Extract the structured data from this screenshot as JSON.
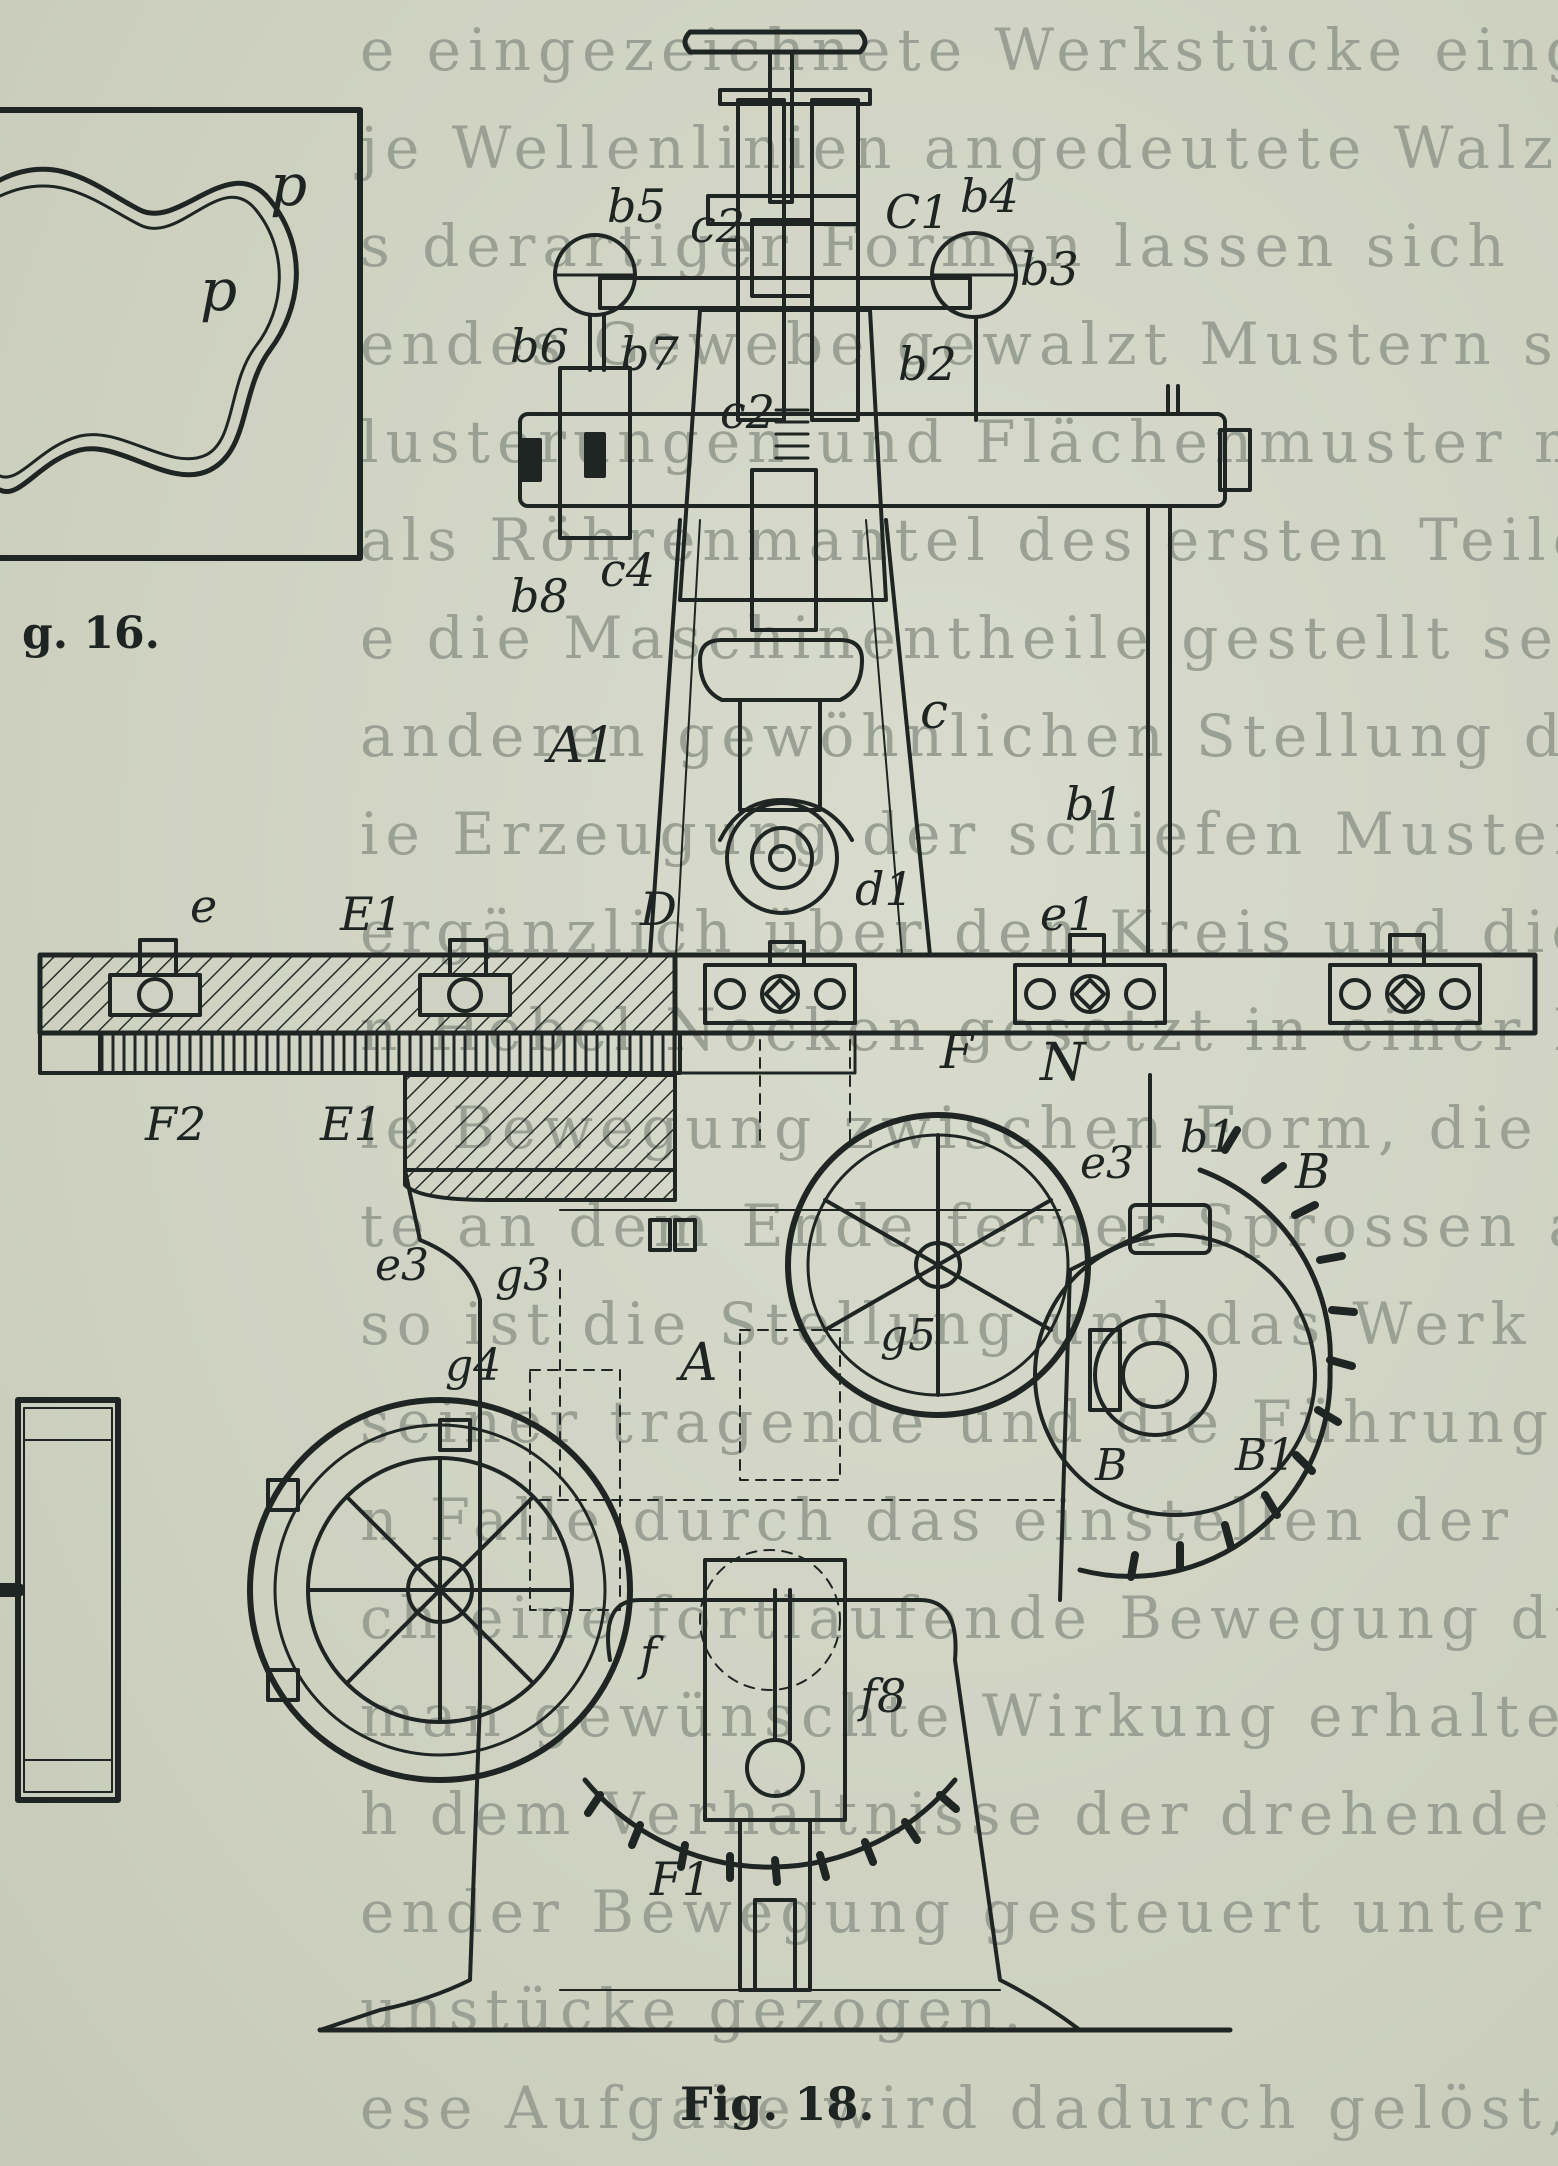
{
  "captions": {
    "fig16": "g. 16.",
    "fig18": "Fig. 18."
  },
  "background_text": [
    "e eingezeichnete Werkstücke eingerieben zu",
    "je Wellenlinien angedeutete Walzen der",
    "s derartiger Formen lassen sich ",
    "endes Gewebe gewalzt Mustern sind",
    "lusterungen und Flächenmuster mit",
    "als Röhrenmantel des ersten Teile der",
    "e die Maschinentheile gestellt sein oder sind",
    "anderen gewöhnlichen Stellung dienen.",
    "ie Erzeugung der schiefen Musterungen auf",
    "ergänzlich über den Kreis und die Stufen des",
    "n Hebel Nocken gesetzt in einer Lage",
    "ie Bewegung zwischen Form, die sich die",
    "te an dem Ende ferner Sprossen an der",
    "so ist die Stellung und das Werk",
    "seiner tragende und die Führung",
    "n Falle durch das einstellen der",
    "ch eine fortlaufende Bewegung durch die",
    "man gewünschte Wirkung erhalten",
    "h dem Verhältnisse der drehenden",
    "ender Bewegung gesteuert unter dem",
    "unstücke gezogen.",
    "ese Aufgabe wird dadurch gelöst, dass die"
  ],
  "labels": {
    "fig16_p1": "p",
    "fig16_p2": "p",
    "b5": "b5",
    "c2_top": "c2",
    "c1": "C1",
    "b4": "b4",
    "b3": "b3",
    "b6": "b6",
    "b7": "b7",
    "c2_mid": "c2",
    "b2": "b2",
    "b8": "b8",
    "c4": "c4",
    "A1": "A1",
    "c": "c",
    "b1_right": "b1",
    "D": "D",
    "d1": "d1",
    "e_left": "e",
    "E1": "E1",
    "e1": "e1",
    "F": "F",
    "N": "N",
    "F2": "F2",
    "E1_lower": "E1",
    "b1_lower": "b1",
    "e3_right": "e3",
    "B_right": "B",
    "e3_left": "e3",
    "g3": "g3",
    "g5": "g5",
    "g4": "g4",
    "A": "A",
    "B_small": "B",
    "B1": "B1",
    "f": "f",
    "f8": "f8",
    "F1": "F1"
  }
}
